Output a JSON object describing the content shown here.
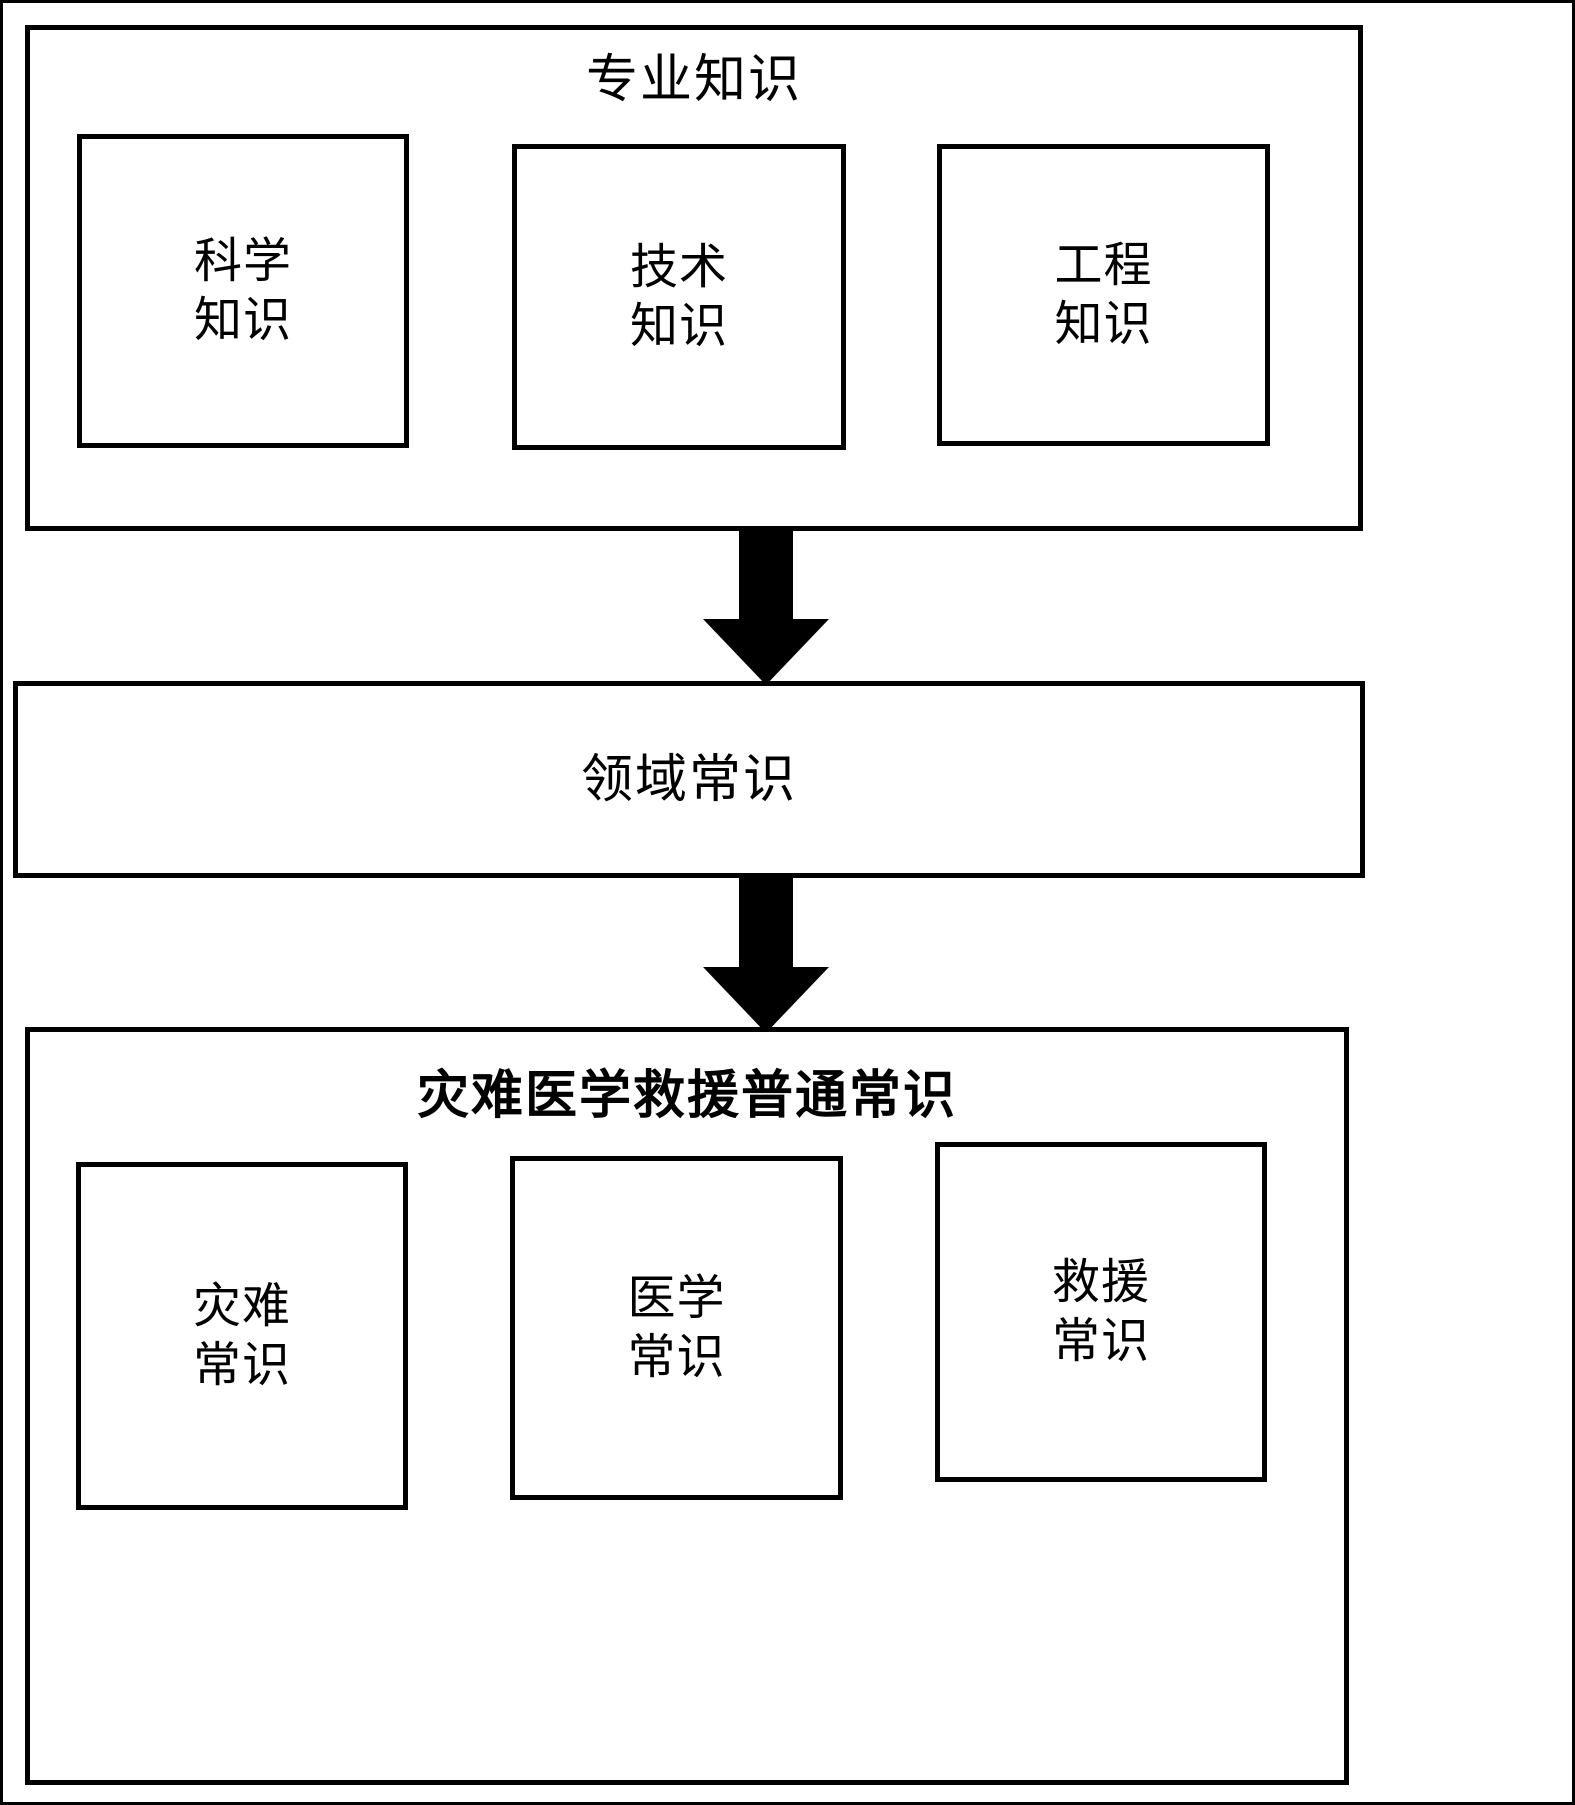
{
  "diagram": {
    "title_semantic": "disaster-medical-rescue-knowledge-hierarchy",
    "nodes": {
      "professional_knowledge": {
        "label": "专业知识",
        "children": [
          {
            "line1": "科学",
            "line2": "知识"
          },
          {
            "line1": "技术",
            "line2": "知识"
          },
          {
            "line1": "工程",
            "line2": "知识"
          }
        ]
      },
      "domain_common_sense": {
        "label": "领域常识"
      },
      "disaster_medical_rescue_common_sense": {
        "label": "灾难医学救援普通常识",
        "children": [
          {
            "line1": "灾难",
            "line2": "常识"
          },
          {
            "line1": "医学",
            "line2": "常识"
          },
          {
            "line1": "救援",
            "line2": "常识"
          }
        ]
      }
    },
    "connectors": [
      {
        "name": "arrow-professional-to-domain",
        "from": "专业知识",
        "to": "领域常识",
        "direction": "down"
      },
      {
        "name": "arrow-domain-to-common",
        "from": "领域常识",
        "to": "灾难医学救援普通常识",
        "direction": "down"
      }
    ],
    "colors": {
      "stroke": "#000000",
      "fill": "#ffffff",
      "text": "#000000"
    }
  }
}
